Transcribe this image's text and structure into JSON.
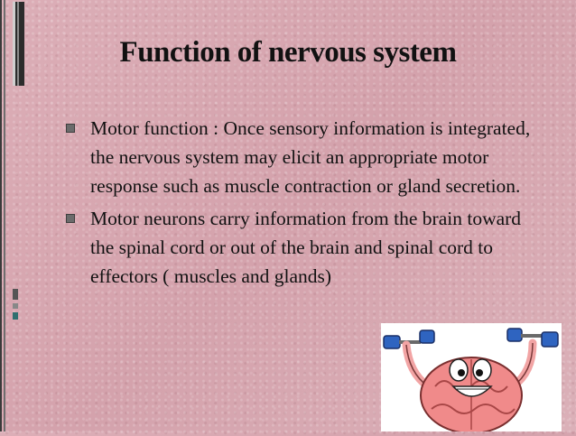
{
  "slide": {
    "title": "Function of nervous system",
    "bullets": [
      {
        "text": "Motor function : Once sensory information is integrated, the nervous system may elicit an appropriate motor response such as muscle contraction or gland secretion."
      },
      {
        "text": "Motor neurons carry information from the brain toward the spinal cord or out of the brain and spinal cord to effectors ( muscles and glands)"
      }
    ]
  },
  "colors": {
    "background": "#d8a9b2",
    "stripe_dark": "#2c2c2c",
    "stripe_gray": "#8c8c8c",
    "stripe_teal": "#2f6f6f",
    "brain_pink": "#f08a8a",
    "dumbbell_blue": "#2f64c0"
  },
  "illustration": {
    "icon": "cartoon-brain-lifting-dumbbells-icon"
  }
}
